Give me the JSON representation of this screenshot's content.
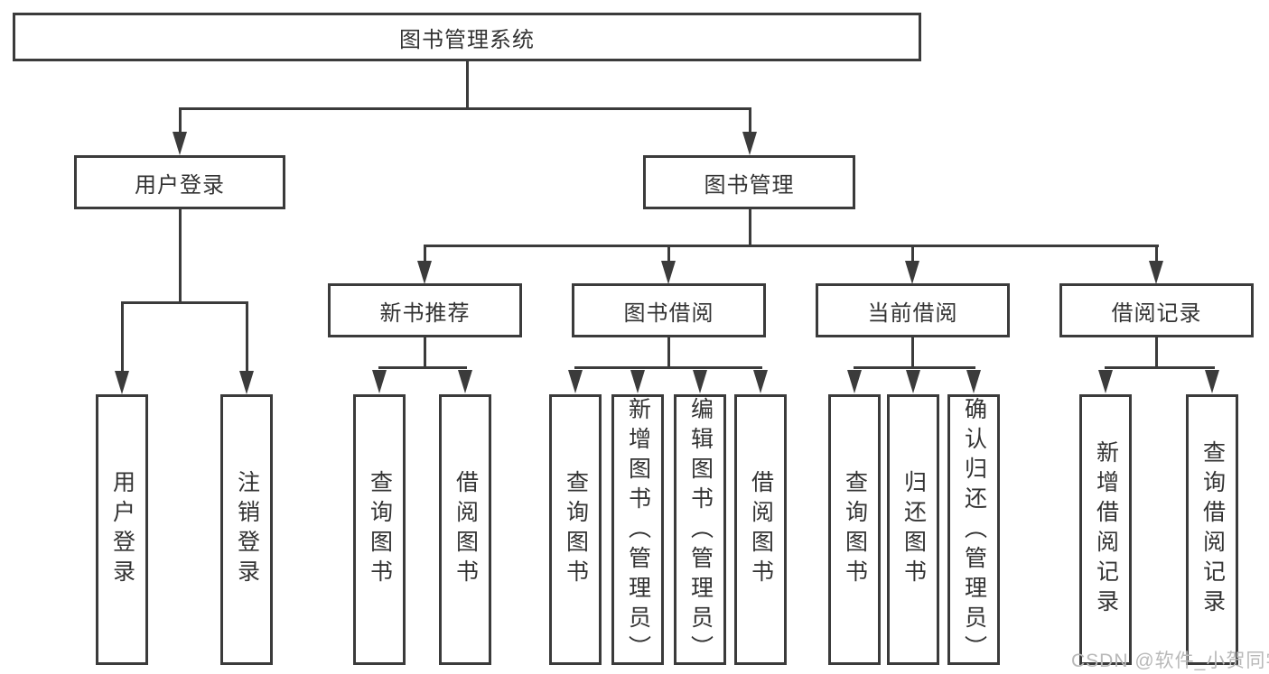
{
  "nodes": {
    "root": "图书管理系统",
    "user_login": "用户登录",
    "book_management": "图书管理",
    "user_login_leaf": "用户登录",
    "logout_leaf": "注销登录",
    "new_book_recommend": "新书推荐",
    "book_borrowing": "图书借阅",
    "current_borrowing": "当前借阅",
    "borrowing_records": "借阅记录",
    "nbr_query_books": "查询图书",
    "nbr_borrow_books": "借阅图书",
    "bb_query_books": "查询图书",
    "bb_add_books": "新增图书（管理员）",
    "bb_edit_books": "编辑图书（管理员）",
    "bb_borrow_books": "借阅图书",
    "cb_query_books": "查询图书",
    "cb_return_books": "归还图书",
    "cb_confirm_return": "确认归还（管理员）",
    "br_add_record": "新增借阅记录",
    "br_query_record": "查询借阅记录"
  },
  "hierarchy": {
    "图书管理系统": {
      "用户登录": [
        "用户登录",
        "注销登录"
      ],
      "图书管理": {
        "新书推荐": [
          "查询图书",
          "借阅图书"
        ],
        "图书借阅": [
          "查询图书",
          "新增图书（管理员）",
          "编辑图书（管理员）",
          "借阅图书"
        ],
        "当前借阅": [
          "查询图书",
          "归还图书",
          "确认归还（管理员）"
        ],
        "借阅记录": [
          "新增借阅记录",
          "查询借阅记录"
        ]
      }
    }
  },
  "watermark": "CSDN @软件_小贺同学",
  "colors": {
    "line": "#3b3b3b",
    "text": "#333333",
    "watermark": "#b9b9b9",
    "background": "#ffffff"
  }
}
